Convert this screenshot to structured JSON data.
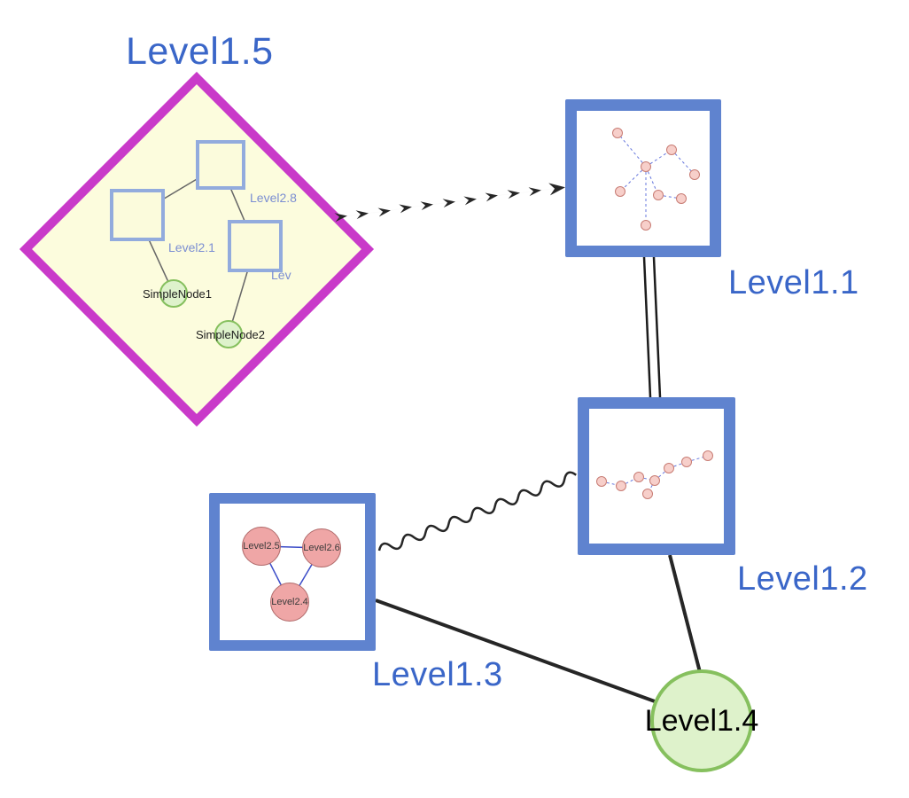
{
  "nodes": {
    "level1_5": {
      "label": "Level1.5"
    },
    "level1_1": {
      "label": "Level1.1"
    },
    "level1_2": {
      "label": "Level1.2"
    },
    "level1_3": {
      "label": "Level1.3"
    },
    "level1_4": {
      "label": "Level1.4"
    }
  },
  "level15_children": {
    "level2_8": {
      "label": "Level2.8"
    },
    "level2_1": {
      "label": "Level2.1"
    },
    "level2_partial": {
      "label": "Lev"
    },
    "simple_node_1": {
      "label": "SimpleNode1"
    },
    "simple_node_2": {
      "label": "SimpleNode2"
    }
  },
  "level13_children": {
    "level2_5": {
      "label": "Level2.5"
    },
    "level2_6": {
      "label": "Level2.6"
    },
    "level2_4": {
      "label": "Level2.4"
    }
  },
  "colors": {
    "label_blue": "#3a66c8",
    "inner_label_blue": "#7b8ed2",
    "node_border_blue": "#5f83cf",
    "diamond_border": "#c93ac9",
    "diamond_fill": "#fcfcdd",
    "inner_square_border": "#92abdd",
    "inner_square_fill": "#fbfbdc",
    "green_node_fill": "#def2cb",
    "green_node_border": "#86c05e",
    "pink_node_fill": "#efa6a6",
    "pink_node_border": "#b06a6a",
    "mini_node_fill": "#f7cfca",
    "mini_node_border": "#c87c74",
    "mini_edge_blue": "#6677dd",
    "edge_black": "#262626"
  }
}
